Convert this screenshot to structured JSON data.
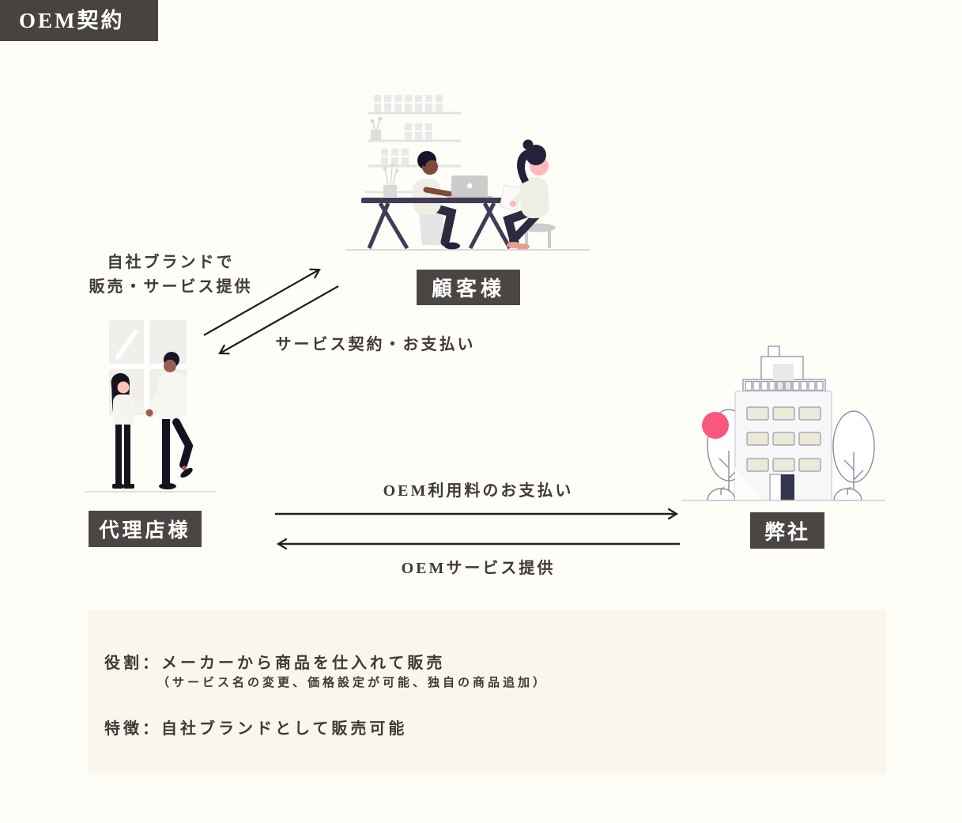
{
  "title": {
    "text": "OEM契約"
  },
  "actors": {
    "customer": {
      "label": "顧客様",
      "illustration": "two-customers-at-counter-illustration"
    },
    "agency": {
      "label": "代理店様",
      "illustration": "handshake-people-illustration"
    },
    "company": {
      "label": "弊社",
      "illustration": "office-building-illustration"
    }
  },
  "arrows": {
    "agency_to_customer": {
      "line1": "自社ブランドで",
      "line2": "販売・サービス提供"
    },
    "customer_to_agency": {
      "label": "サービス契約・お支払い"
    },
    "agency_to_company": {
      "label": "OEM利用料のお支払い"
    },
    "company_to_agency": {
      "label": "OEMサービス提供"
    }
  },
  "notes": {
    "role": "役割：メーカーから商品を仕入れて販売",
    "role_detail": "（サービス名の変更、価格設定が可能、独自の商品追加）",
    "feature": "特徴：自社ブランドとして販売可能"
  },
  "colors": {
    "title_bg": "#47433f",
    "name_plate_bg": "#4a4643",
    "text": "#3e3a39",
    "arrow": "#1f1f1f",
    "note_bg": "#f9f7ec",
    "accent_pink": "#f9587d",
    "illustration_navy": "#3f3d56",
    "skin_light": "#ffb9b9",
    "skin_dark": "#7f4a3a",
    "page_bg": "#fffdf8"
  }
}
